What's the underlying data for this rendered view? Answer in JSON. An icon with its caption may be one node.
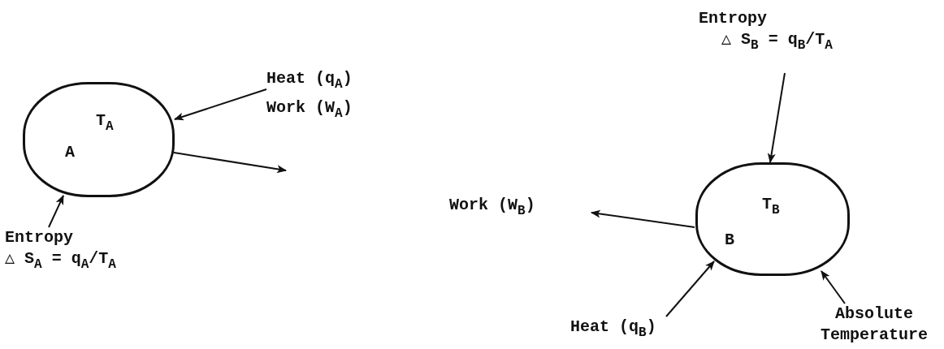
{
  "diagram": {
    "nodes": [
      {
        "text": [
          "T$_{A}$",
          "A"
        ]
      },
      {
        "text": [
          "Heat (q$_{A}$)"
        ]
      },
      {
        "text": [
          "Work (W$_{A}$)"
        ]
      },
      {
        "text": [
          "Entropy",
          "△ S$_{A}$ = q$_{A}$/T$_{A}$"
        ]
      },
      {
        "text": [
          "T$_{B}$",
          "B"
        ]
      },
      {
        "text": [
          "Entropy",
          "△ S$_{B}$ = q$_{B}$/T$_{A}$"
        ]
      },
      {
        "text": [
          "Work (W$_{B}$)"
        ]
      },
      {
        "text": [
          "Heat (q$_{B}$)"
        ]
      },
      {
        "text": [
          "Absolute Temperature"
        ]
      }
    ],
    "edges": [
      {
        "from": 1,
        "to": 0,
        "arrow": "to"
      },
      {
        "from": 0,
        "to": 2,
        "arrow": "to"
      },
      {
        "from": 3,
        "to": 0,
        "arrow": "to"
      },
      {
        "from": 5,
        "to": 4,
        "arrow": "to"
      },
      {
        "from": 4,
        "to": 6,
        "arrow": "to"
      },
      {
        "from": 7,
        "to": 4,
        "arrow": "to"
      },
      {
        "from": 8,
        "to": 4,
        "arrow": "to"
      }
    ]
  }
}
